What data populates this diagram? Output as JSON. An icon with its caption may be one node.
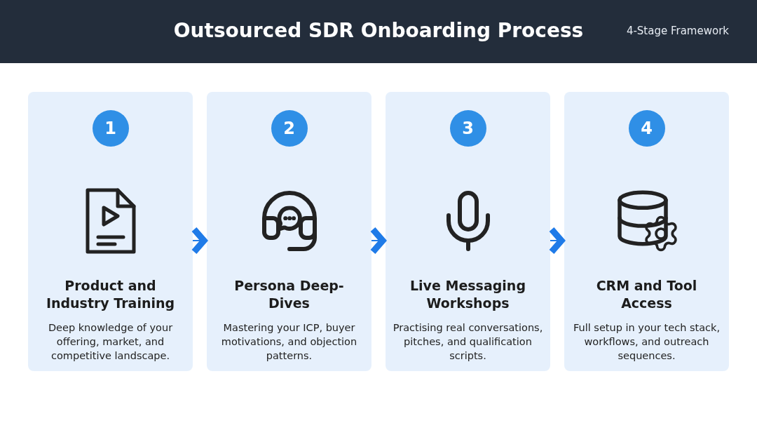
{
  "diagram": {
    "title": "Outsourced SDR Onboarding Process",
    "nodes": [
      {
        "text": [
          "1",
          "Product and Industry Training",
          "Deep knowledge of your offering, market, and competitive landscape."
        ]
      },
      {
        "text": [
          "2",
          "Persona Deep-Dives",
          "Mastering your ICP, buyer motivations, and objection patterns."
        ]
      },
      {
        "text": [
          "3",
          "Live Messaging Workshops",
          "Practising real conversations, pitches, and qualification scripts."
        ]
      },
      {
        "text": [
          "4",
          "CRM and Tool Access",
          "Full setup in your tech stack, workflows, and outreach sequences."
        ]
      }
    ],
    "edges": [
      {
        "from": 0,
        "to": 1,
        "arrow": "to"
      },
      {
        "from": 1,
        "to": 2,
        "arrow": "to"
      },
      {
        "from": 2,
        "to": 3,
        "arrow": "to"
      }
    ],
    "labels": [
      "4-Stage Framework"
    ]
  }
}
